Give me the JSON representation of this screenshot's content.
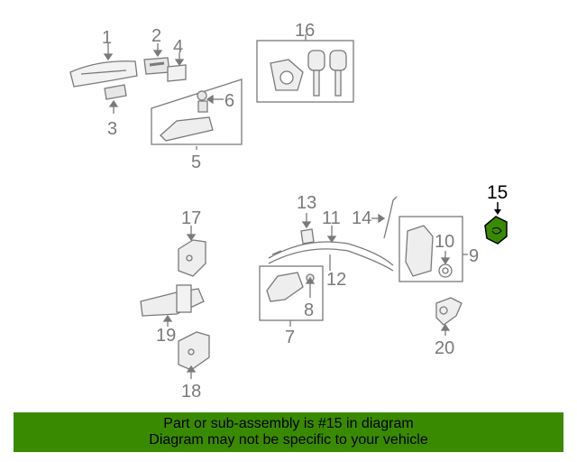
{
  "callouts": {
    "c1": "1",
    "c2": "2",
    "c3": "3",
    "c4": "4",
    "c5": "5",
    "c6": "6",
    "c7": "7",
    "c8": "8",
    "c9": "9",
    "c10": "10",
    "c11": "11",
    "c12": "12",
    "c13": "13",
    "c14": "14",
    "c15": "15",
    "c16": "16",
    "c17": "17",
    "c18": "18",
    "c19": "19",
    "c20": "20"
  },
  "highlight_part": "15",
  "colors": {
    "banner": "#3a8a00",
    "highlight": "#3a8a00",
    "line": "#7a7a7a"
  },
  "banner": {
    "line1": "Part or sub-assembly is #15 in diagram",
    "line2": "Diagram may not be specific to your vehicle"
  }
}
